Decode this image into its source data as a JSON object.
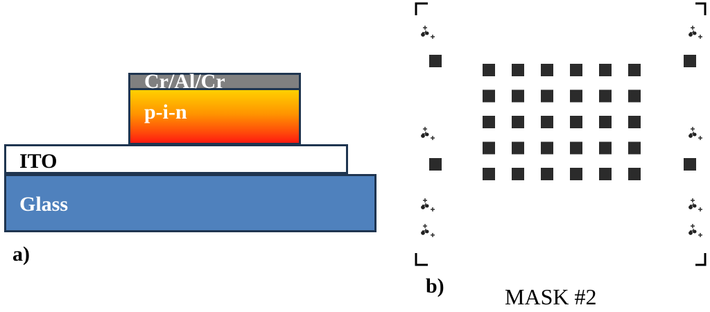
{
  "panel_a": {
    "label": "a)",
    "layers": {
      "cr_al_cr": "Cr/Al/Cr",
      "pin": "p-i-n",
      "ito": "ITO",
      "glass": "Glass"
    },
    "colors": {
      "glass": "#4f81bd",
      "ito": "#ffffff",
      "cr_al_cr": "#808080",
      "pin_top": "#ffd000",
      "pin_bottom": "#ff1a10",
      "outline": "#1f3550"
    }
  },
  "panel_b": {
    "label": "b)",
    "title": "MASK #2",
    "pad_grid": {
      "rows": 5,
      "cols": 6
    },
    "side_pads_per_column": 2,
    "alignment_marks_per_column": 4,
    "corner_brackets": 4,
    "pad_color": "#2b2b2b"
  }
}
